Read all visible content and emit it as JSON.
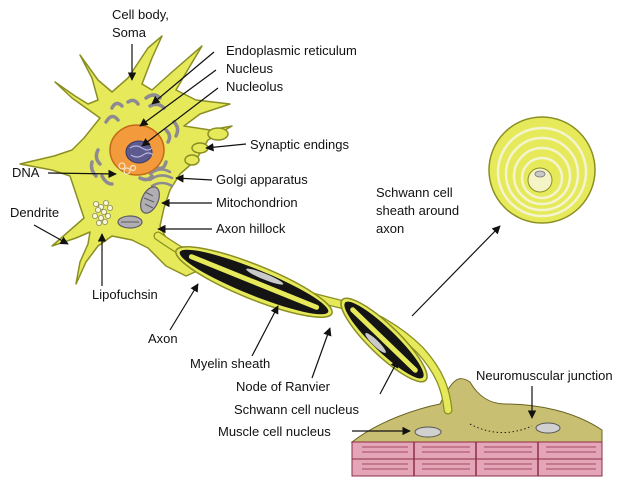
{
  "labels": {
    "cell_body": "Cell body,",
    "soma": "Soma",
    "er": "Endoplasmic reticulum",
    "nucleus": "Nucleus",
    "nucleolus": "Nucleolus",
    "synaptic_endings": "Synaptic endings",
    "dna": "DNA",
    "golgi": "Golgi apparatus",
    "dendrite": "Dendrite",
    "mitochondrion": "Mitochondrion",
    "axon_hillock": "Axon hillock",
    "lipofuchsin": "Lipofuchsin",
    "axon": "Axon",
    "myelin_sheath": "Myelin sheath",
    "node_of_ranvier": "Node of Ranvier",
    "schwann_nucleus": "Schwann cell nucleus",
    "muscle_nucleus": "Muscle cell nucleus",
    "nmj": "Neuromuscular junction",
    "schwann_sheath_1": "Schwann cell",
    "schwann_sheath_2": "sheath around",
    "schwann_sheath_3": "axon"
  },
  "colors": {
    "neuron": "#e6ea5a",
    "outline": "#8b8f22",
    "myelin": "#141414",
    "nucleus": "#f39a3c",
    "organelle": "#8e8a92",
    "muscle_top": "#c8bf72",
    "muscle_block": "#e5a5b8",
    "muscle_line": "#8a2f49"
  }
}
